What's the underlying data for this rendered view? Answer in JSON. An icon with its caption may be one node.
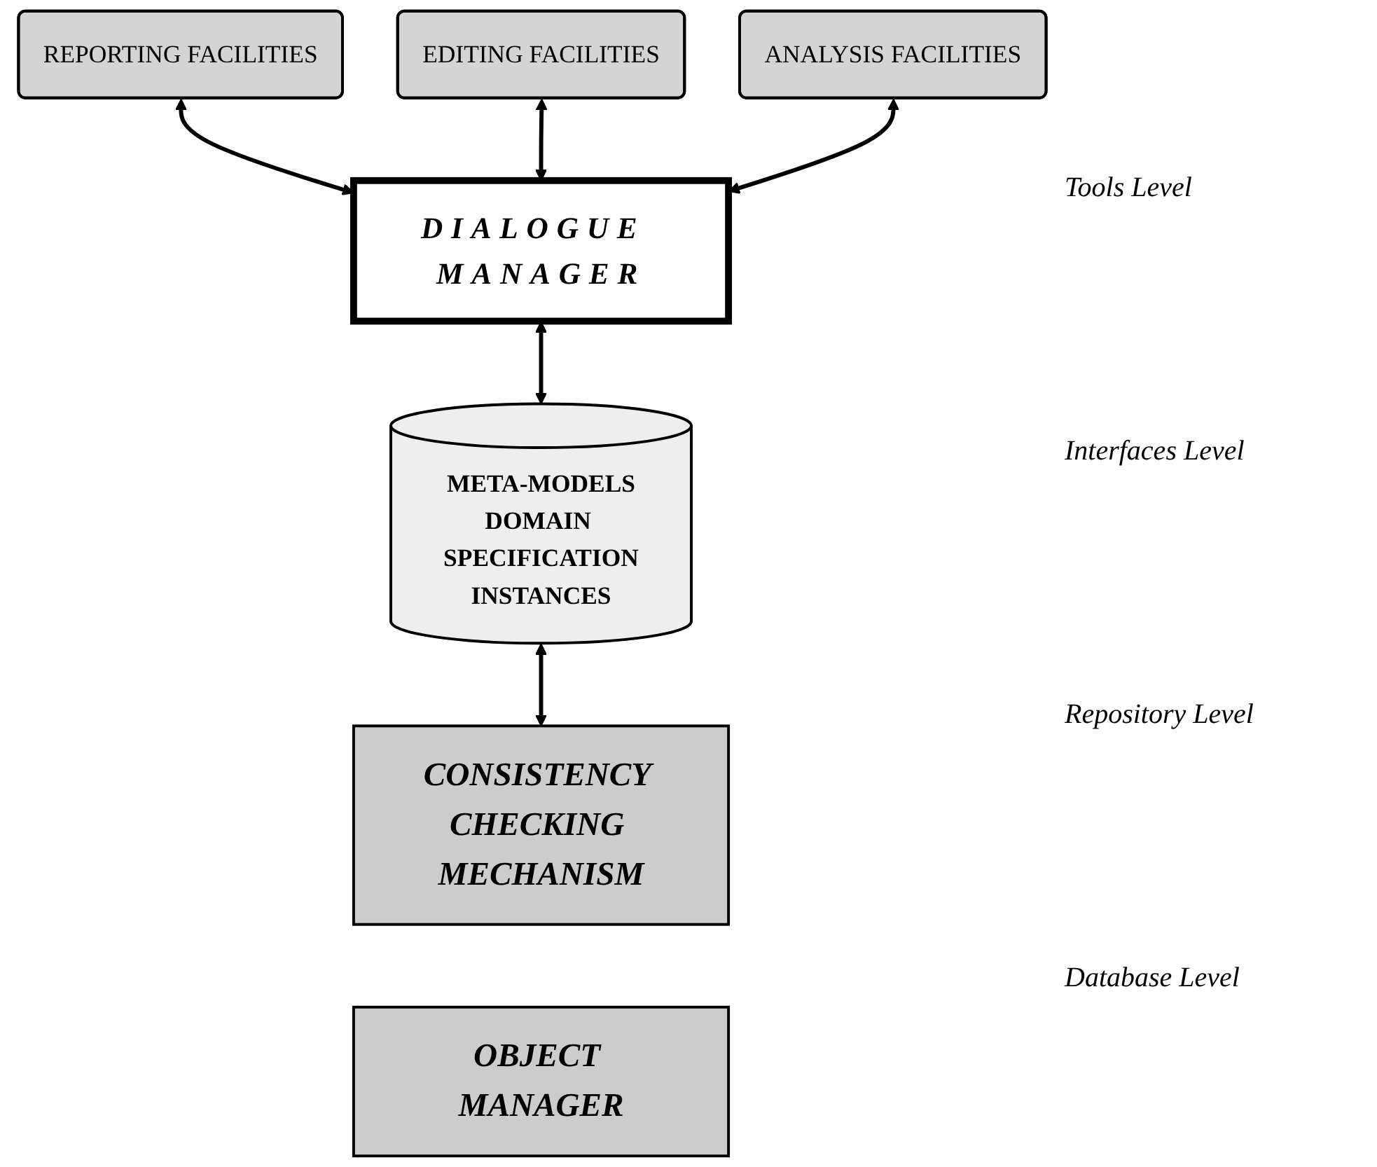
{
  "diagram": {
    "nodes": [
      {
        "text": [
          "REPORTING FACILITIES"
        ]
      },
      {
        "text": [
          "EDITING FACILITIES"
        ]
      },
      {
        "text": [
          "ANALYSIS FACILITIES"
        ]
      },
      {
        "text": [
          "DIALOGUE MANAGER"
        ]
      },
      {
        "text": [
          "META-MODELS",
          "DOMAIN SPECIFICATION",
          "INSTANCES"
        ]
      },
      {
        "text": [
          "CONSISTENCY CHECKING MECHANISM"
        ]
      },
      {
        "text": [
          "OBJECT MANAGER"
        ]
      }
    ],
    "edges": [
      {
        "from": 0,
        "to": 3,
        "arrow": "both"
      },
      {
        "from": 1,
        "to": 3,
        "arrow": "both"
      },
      {
        "from": 2,
        "to": 3,
        "arrow": "both"
      },
      {
        "from": 3,
        "to": 4,
        "arrow": "both"
      },
      {
        "from": 4,
        "to": 5,
        "arrow": "both"
      }
    ],
    "labels": [
      "Tools Level",
      "Interfaces Level",
      "Repository Level",
      "Database Level"
    ]
  }
}
